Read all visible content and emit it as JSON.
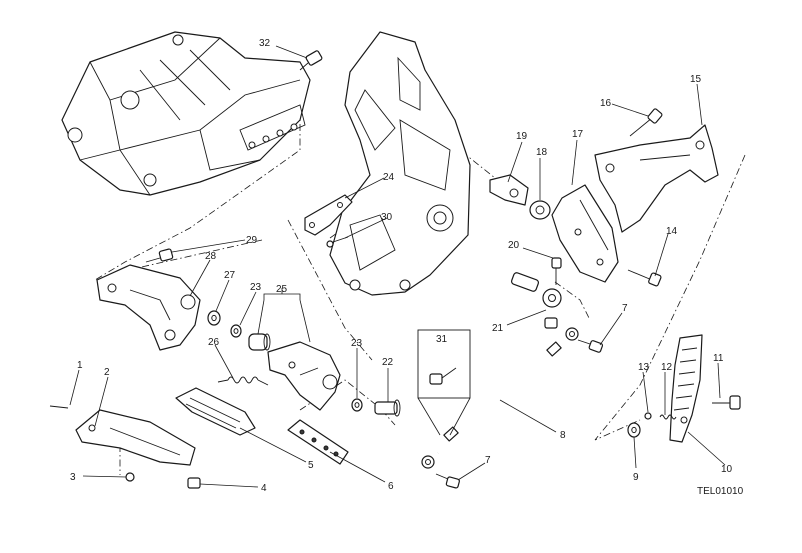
{
  "drawing": {
    "code": "TEL01010",
    "callouts": [
      "1",
      "2",
      "3",
      "4",
      "5",
      "6",
      "7",
      "7",
      "8",
      "9",
      "10",
      "11",
      "12",
      "13",
      "14",
      "15",
      "16",
      "17",
      "18",
      "19",
      "20",
      "21",
      "22",
      "23",
      "23",
      "24",
      "25",
      "26",
      "27",
      "28",
      "29",
      "30",
      "31",
      "32"
    ]
  }
}
